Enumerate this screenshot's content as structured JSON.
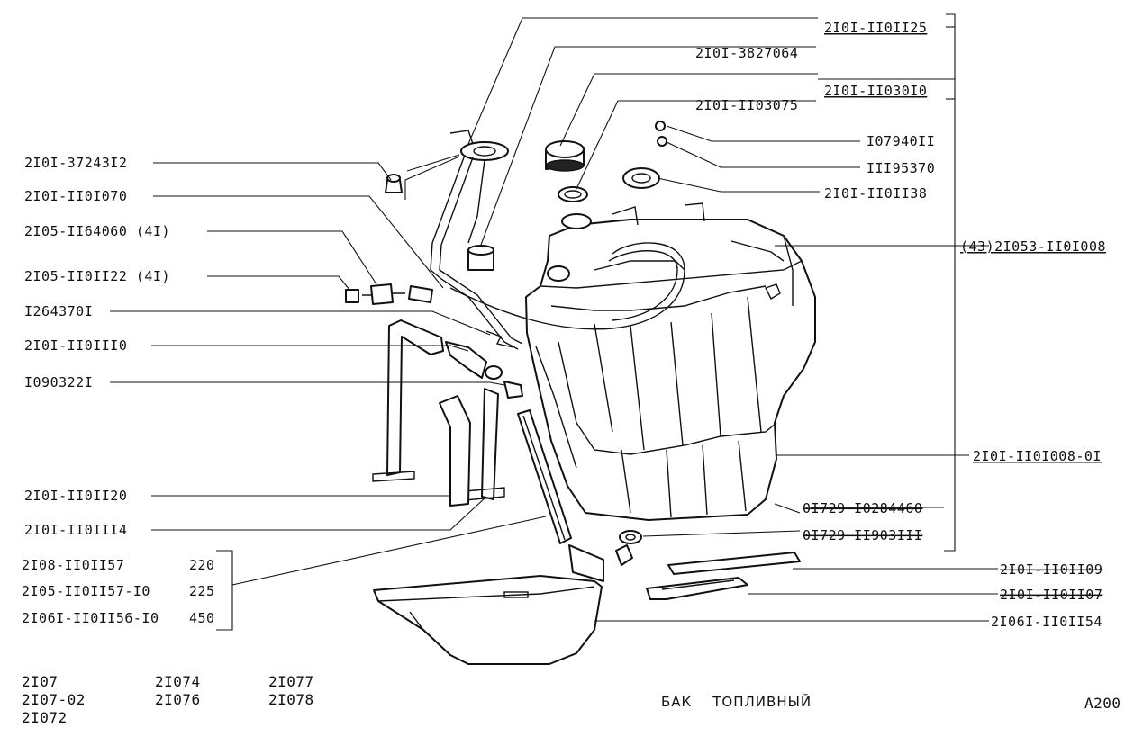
{
  "title": "БАК    ТОПЛИВНЫЙ",
  "page_code": "A200",
  "models": [
    [
      "2I07",
      "2I07-02",
      "2I072"
    ],
    [
      "2I074",
      "2I076"
    ],
    [
      "2I077",
      "2I078"
    ]
  ],
  "labels_left": [
    "2I0I-37243I2",
    "2I0I-II0I070",
    "2I05-II64060 (4I)",
    "2I05-II0II22 (4I)",
    "I264370I",
    "2I0I-II0III0",
    "I090322I",
    "2I0I-II0II20",
    "2I0I-II0III4"
  ],
  "labels_top": [
    "2I0I-II0II25",
    "2I0I-3827064",
    "2I0I-II030I0",
    "2I0I-II03075"
  ],
  "labels_right": [
    "I07940II",
    "III95370",
    "2I0I-II0II38",
    "(43)2I053-II0I008",
    "2I0I-II0I008-0I",
    "0I729  I0284460",
    "0I729  II903III",
    "2I0I-II0II09",
    "2I0I-II0II07",
    "2I06I-II0II54"
  ],
  "variant_table": [
    {
      "part": "2I08-II0II57",
      "value": "220"
    },
    {
      "part": "2I05-II0II57-I0",
      "value": "225"
    },
    {
      "part": "2I06I-II0II56-I0",
      "value": "450"
    }
  ]
}
